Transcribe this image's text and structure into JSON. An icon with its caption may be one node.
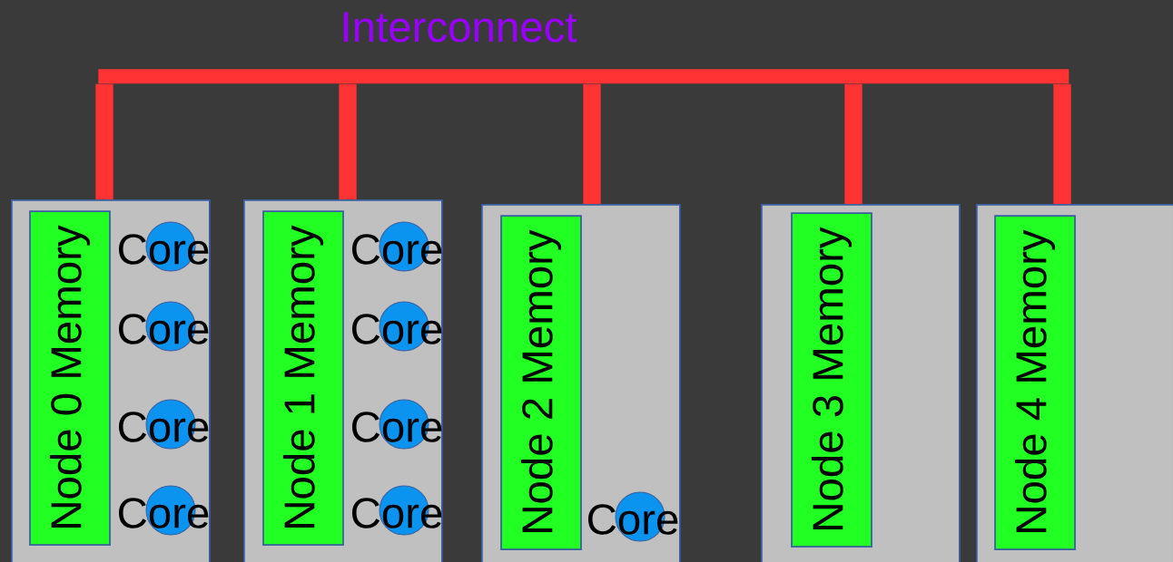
{
  "diagram": {
    "nodes": [
      {
        "text": [
          "Interconnect"
        ]
      },
      {
        "text": [],
        "shape": "box"
      },
      {
        "text": [
          "Node 0 Memory"
        ],
        "in": 1
      },
      {
        "text": [
          "Core"
        ],
        "in": 1
      },
      {
        "text": [
          "Core"
        ],
        "in": 1
      },
      {
        "text": [
          "Core"
        ],
        "in": 1
      },
      {
        "text": [
          "Core"
        ],
        "in": 1
      },
      {
        "text": [],
        "shape": "box"
      },
      {
        "text": [
          "Node 1 Memory"
        ],
        "in": 7
      },
      {
        "text": [
          "Core"
        ],
        "in": 7
      },
      {
        "text": [
          "Core"
        ],
        "in": 7
      },
      {
        "text": [
          "Core"
        ],
        "in": 7
      },
      {
        "text": [
          "Core"
        ],
        "in": 7
      },
      {
        "text": [],
        "shape": "box"
      },
      {
        "text": [
          "Node 2 Memory"
        ],
        "in": 13
      },
      {
        "text": [
          "Core"
        ],
        "in": 13
      },
      {
        "text": [],
        "shape": "box"
      },
      {
        "text": [
          "Node 3 Memory"
        ],
        "in": 16
      },
      {
        "text": [],
        "shape": "box"
      },
      {
        "text": [
          "Node 4 Memory"
        ],
        "in": 18
      }
    ],
    "edges": [
      {
        "from": 0,
        "to": 1,
        "arrow": "none"
      },
      {
        "from": 0,
        "to": 7,
        "arrow": "none"
      },
      {
        "from": 0,
        "to": 13,
        "arrow": "none"
      },
      {
        "from": 0,
        "to": 16,
        "arrow": "none"
      },
      {
        "from": 0,
        "to": 18,
        "arrow": "none"
      }
    ]
  }
}
